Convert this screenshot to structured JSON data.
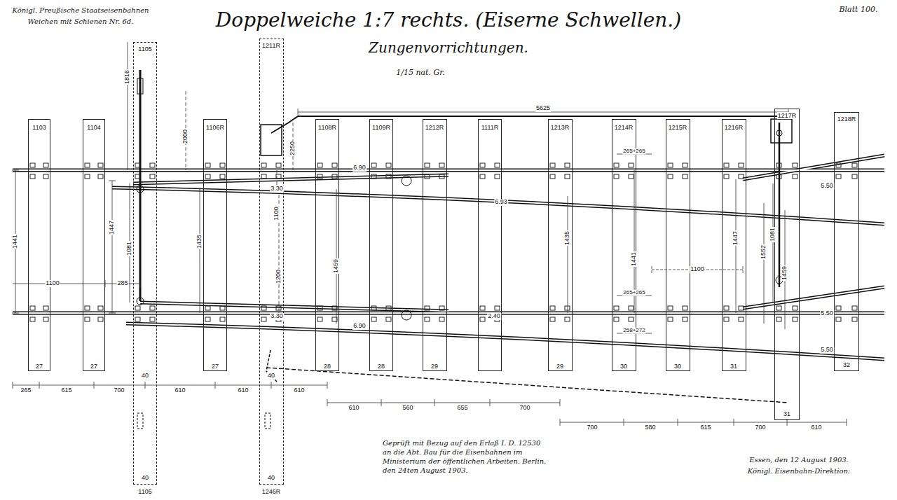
{
  "diagram": {
    "title": "Doppelweiche 1:7 rechts. (Eiserne Schwellen.)",
    "nodes": [
      {
        "text": [
          "1103",
          "27"
        ]
      },
      {
        "text": [
          "1104",
          "27"
        ]
      },
      {
        "text": [
          "1105",
          "40",
          "40",
          "1105"
        ]
      },
      {
        "text": [
          "1106R",
          "27"
        ]
      },
      {
        "text": [
          "1211R",
          "40",
          "40",
          "1246R"
        ]
      },
      {
        "text": [
          "1108R",
          "28"
        ]
      },
      {
        "text": [
          "1109R",
          "28"
        ]
      },
      {
        "text": [
          "1212R",
          "29"
        ]
      },
      {
        "text": [
          "1111R"
        ]
      },
      {
        "text": [
          "1213R",
          "29"
        ]
      },
      {
        "text": [
          "1214R",
          "30"
        ]
      },
      {
        "text": [
          "1215R",
          "30"
        ]
      },
      {
        "text": [
          "1216R",
          "31"
        ]
      },
      {
        "text": [
          "1217R",
          "31"
        ]
      },
      {
        "text": [
          "1218R",
          "32"
        ]
      }
    ],
    "labels": [
      "Königl. Preußische Staatseisenbahnen",
      "Weichen mit Schienen Nr. 6d.",
      "Zungenvorrichtungen.",
      "1/15 nat. Gr.",
      "Blatt 100.",
      "5625",
      "2000",
      "1816",
      "2250",
      "1100",
      "285",
      "1441",
      "1447",
      "1081",
      "1435",
      "1100",
      "1200",
      "1459",
      "1435",
      "1441",
      "1100",
      "1447",
      "1552",
      "1081",
      "1459",
      "6.90",
      "3.30",
      "6.93",
      "5.50",
      "6.90",
      "3.30",
      "2.40",
      "5.50",
      "5.50",
      "265+265",
      "265+265",
      "258+272",
      "265",
      "615",
      "700",
      "610",
      "610",
      "610",
      "610",
      "560",
      "655",
      "700",
      "700",
      "580",
      "615",
      "700",
      "610",
      "Geprüft mit Bezug auf den Erlaß I. D. 12530 an die Abt. Bau für die Eisenbahnen im Ministerium der öffentlichen Arbeiten. Berlin, den 24ten August 1903.",
      "Essen, den 12 August 1903.",
      "Königl. Eisenbahn-Direktion:"
    ]
  }
}
